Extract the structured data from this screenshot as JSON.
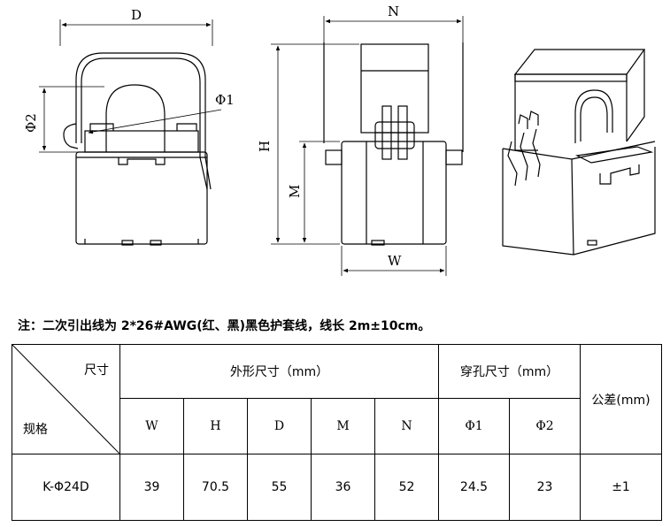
{
  "dims": {
    "D": "D",
    "N": "N",
    "phi1": "Φ1",
    "phi2": "Φ2",
    "H": "H",
    "M": "M",
    "W": "W"
  },
  "note": "注：二次引出线为 2*26#AWG(红、黑)黑色护套线，线长 2m±10cm。",
  "table": {
    "corner_top": "尺寸",
    "corner_bottom": "规格",
    "group_outer": "外形尺寸（mm）",
    "group_hole": "穿孔尺寸（mm）",
    "tolerance_header": "公差(mm)",
    "columns": [
      "W",
      "H",
      "D",
      "M",
      "N",
      "Φ1",
      "Φ2"
    ],
    "rows": [
      {
        "model": "K-Φ24D",
        "values": [
          "39",
          "70.5",
          "55",
          "36",
          "52",
          "24.5",
          "23"
        ],
        "tolerance": "±1"
      }
    ]
  }
}
